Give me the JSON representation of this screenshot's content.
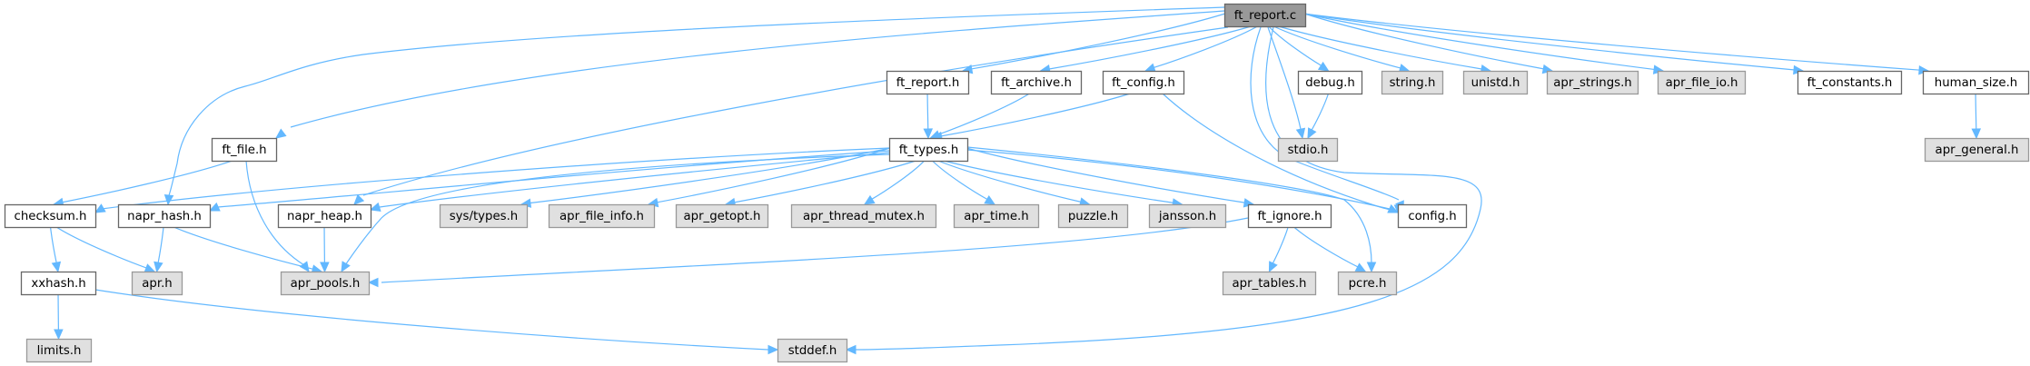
{
  "graph": {
    "title": "ft_report.c include dependency graph",
    "colors": {
      "edge": "#63b8ff",
      "root_fill": "#999999",
      "root_stroke": "#666666",
      "local_fill": "#ffffff",
      "local_stroke": "#666666",
      "system_fill": "#e0e0e0",
      "system_stroke": "#999999"
    },
    "nodes": [
      {
        "id": "ft_report_c",
        "label": "ft_report.c",
        "kind": "root"
      },
      {
        "id": "ft_report_h",
        "label": "ft_report.h",
        "kind": "local"
      },
      {
        "id": "ft_archive_h",
        "label": "ft_archive.h",
        "kind": "local"
      },
      {
        "id": "ft_config_h",
        "label": "ft_config.h",
        "kind": "local"
      },
      {
        "id": "debug_h",
        "label": "debug.h",
        "kind": "local"
      },
      {
        "id": "string_h",
        "label": "string.h",
        "kind": "system"
      },
      {
        "id": "unistd_h",
        "label": "unistd.h",
        "kind": "system"
      },
      {
        "id": "apr_strings_h",
        "label": "apr_strings.h",
        "kind": "system"
      },
      {
        "id": "apr_file_io_h",
        "label": "apr_file_io.h",
        "kind": "system"
      },
      {
        "id": "ft_constants_h",
        "label": "ft_constants.h",
        "kind": "local"
      },
      {
        "id": "human_size_h",
        "label": "human_size.h",
        "kind": "local"
      },
      {
        "id": "ft_file_h",
        "label": "ft_file.h",
        "kind": "local"
      },
      {
        "id": "ft_types_h",
        "label": "ft_types.h",
        "kind": "local"
      },
      {
        "id": "stdio_h",
        "label": "stdio.h",
        "kind": "system"
      },
      {
        "id": "apr_general_h",
        "label": "apr_general.h",
        "kind": "system"
      },
      {
        "id": "checksum_h",
        "label": "checksum.h",
        "kind": "local"
      },
      {
        "id": "napr_hash_h",
        "label": "napr_hash.h",
        "kind": "local"
      },
      {
        "id": "napr_heap_h",
        "label": "napr_heap.h",
        "kind": "local"
      },
      {
        "id": "sys_types_h",
        "label": "sys/types.h",
        "kind": "system"
      },
      {
        "id": "apr_file_info_h",
        "label": "apr_file_info.h",
        "kind": "system"
      },
      {
        "id": "apr_getopt_h",
        "label": "apr_getopt.h",
        "kind": "system"
      },
      {
        "id": "apr_thread_mutex_h",
        "label": "apr_thread_mutex.h",
        "kind": "system"
      },
      {
        "id": "apr_time_h",
        "label": "apr_time.h",
        "kind": "system"
      },
      {
        "id": "puzzle_h",
        "label": "puzzle.h",
        "kind": "system"
      },
      {
        "id": "jansson_h",
        "label": "jansson.h",
        "kind": "system"
      },
      {
        "id": "ft_ignore_h",
        "label": "ft_ignore.h",
        "kind": "local"
      },
      {
        "id": "config_h",
        "label": "config.h",
        "kind": "local"
      },
      {
        "id": "xxhash_h",
        "label": "xxhash.h",
        "kind": "local"
      },
      {
        "id": "apr_h",
        "label": "apr.h",
        "kind": "system"
      },
      {
        "id": "apr_pools_h",
        "label": "apr_pools.h",
        "kind": "system"
      },
      {
        "id": "apr_tables_h",
        "label": "apr_tables.h",
        "kind": "system"
      },
      {
        "id": "pcre_h",
        "label": "pcre.h",
        "kind": "system"
      },
      {
        "id": "limits_h",
        "label": "limits.h",
        "kind": "system"
      },
      {
        "id": "stddef_h",
        "label": "stddef.h",
        "kind": "system"
      }
    ],
    "edges": [
      [
        "ft_report_c",
        "ft_report_h"
      ],
      [
        "ft_report_c",
        "ft_archive_h"
      ],
      [
        "ft_report_c",
        "ft_config_h"
      ],
      [
        "ft_report_c",
        "debug_h"
      ],
      [
        "ft_report_c",
        "string_h"
      ],
      [
        "ft_report_c",
        "unistd_h"
      ],
      [
        "ft_report_c",
        "apr_strings_h"
      ],
      [
        "ft_report_c",
        "apr_file_io_h"
      ],
      [
        "ft_report_c",
        "ft_constants_h"
      ],
      [
        "ft_report_c",
        "human_size_h"
      ],
      [
        "ft_report_c",
        "ft_file_h"
      ],
      [
        "ft_report_c",
        "napr_hash_h"
      ],
      [
        "ft_report_c",
        "napr_heap_h"
      ],
      [
        "ft_report_c",
        "stdio_h"
      ],
      [
        "ft_report_c",
        "config_h"
      ],
      [
        "ft_report_c",
        "stddef_h"
      ],
      [
        "ft_report_h",
        "ft_types_h"
      ],
      [
        "ft_archive_h",
        "ft_types_h"
      ],
      [
        "ft_config_h",
        "ft_types_h"
      ],
      [
        "ft_config_h",
        "config_h"
      ],
      [
        "debug_h",
        "stdio_h"
      ],
      [
        "human_size_h",
        "apr_general_h"
      ],
      [
        "ft_file_h",
        "checksum_h"
      ],
      [
        "ft_file_h",
        "apr_pools_h"
      ],
      [
        "ft_types_h",
        "checksum_h"
      ],
      [
        "ft_types_h",
        "napr_hash_h"
      ],
      [
        "ft_types_h",
        "napr_heap_h"
      ],
      [
        "ft_types_h",
        "sys_types_h"
      ],
      [
        "ft_types_h",
        "apr_file_info_h"
      ],
      [
        "ft_types_h",
        "apr_getopt_h"
      ],
      [
        "ft_types_h",
        "apr_thread_mutex_h"
      ],
      [
        "ft_types_h",
        "apr_time_h"
      ],
      [
        "ft_types_h",
        "puzzle_h"
      ],
      [
        "ft_types_h",
        "jansson_h"
      ],
      [
        "ft_types_h",
        "ft_ignore_h"
      ],
      [
        "ft_types_h",
        "config_h"
      ],
      [
        "ft_types_h",
        "apr_pools_h"
      ],
      [
        "ft_types_h",
        "pcre_h"
      ],
      [
        "checksum_h",
        "xxhash_h"
      ],
      [
        "checksum_h",
        "apr_h"
      ],
      [
        "napr_hash_h",
        "apr_h"
      ],
      [
        "napr_hash_h",
        "apr_pools_h"
      ],
      [
        "napr_heap_h",
        "apr_pools_h"
      ],
      [
        "ft_ignore_h",
        "apr_pools_h"
      ],
      [
        "ft_ignore_h",
        "apr_tables_h"
      ],
      [
        "ft_ignore_h",
        "pcre_h"
      ],
      [
        "xxhash_h",
        "limits_h"
      ],
      [
        "xxhash_h",
        "stddef_h"
      ]
    ]
  }
}
